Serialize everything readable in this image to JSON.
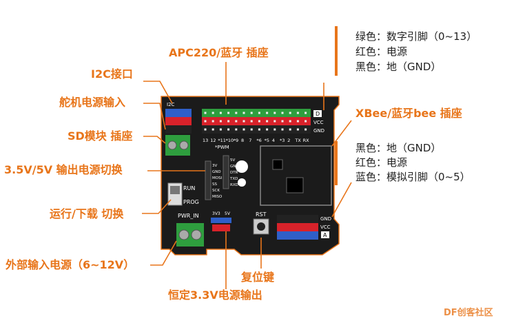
{
  "callouts": {
    "apc220": "APC220/蓝牙 插座",
    "i2c": "I2C接口",
    "servo_power": "舵机电源输入",
    "sd": "SD模块 插座",
    "volt_switch": "3.5V/5V 输出电源切换",
    "run_prog": "运行/下载 切换",
    "ext_power": "外部输入电源（6~12V）",
    "reset": "复位键",
    "v33_out": "恒定3.3V电源输出",
    "xbee": "XBee/蓝牙bee 插座"
  },
  "digital_legend": [
    "绿色：数字引脚（0~13）",
    "红色：电源",
    "黑色：地（GND）"
  ],
  "analog_legend": [
    "黑色：地（GND）",
    "红色：电源",
    "蓝色：模拟引脚（0~5）"
  ],
  "board": {
    "i2c": "I2C",
    "digital_marker": "D",
    "analog_marker": "A",
    "vcc": "VCC",
    "gnd": "GND",
    "digital_pins": [
      "13",
      "12",
      "*11",
      "*10",
      "*9",
      "8",
      "7",
      "*6",
      "*5",
      "4",
      "*3",
      "2",
      "TX",
      "RX"
    ],
    "pwm": "*PWM",
    "pwr_in": "PWR_IN",
    "run": "RUN",
    "prog": "PROG",
    "rst": "RST",
    "v33": "3V3",
    "v5": "5V",
    "sd_pins": [
      "3V",
      "GND",
      "MOSI",
      "SS",
      "SCK",
      "MISO"
    ],
    "bt_pins": [
      "5V",
      "GND",
      "DTR",
      "TXD",
      "RXD"
    ]
  },
  "watermark": "DF创客社区",
  "colors": {
    "accent": "#e8751a",
    "board": "#1b1b1b",
    "digital": "#2e9e3e",
    "power": "#d8222a",
    "analog": "#2f5fc8"
  }
}
